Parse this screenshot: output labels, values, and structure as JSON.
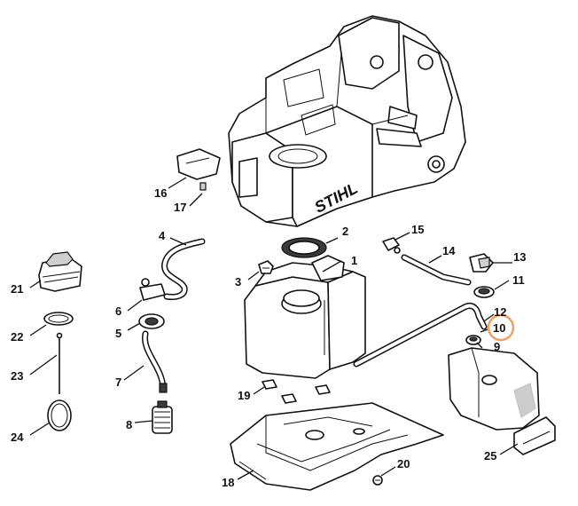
{
  "diagram": {
    "brand_mark": "STIHL",
    "highlight_color": "#f0a060",
    "highlighted_part": "10",
    "callouts": [
      {
        "id": "c1",
        "label": "1"
      },
      {
        "id": "c2",
        "label": "2"
      },
      {
        "id": "c3",
        "label": "3"
      },
      {
        "id": "c4",
        "label": "4"
      },
      {
        "id": "c5",
        "label": "5"
      },
      {
        "id": "c6",
        "label": "6"
      },
      {
        "id": "c7",
        "label": "7"
      },
      {
        "id": "c8",
        "label": "8"
      },
      {
        "id": "c9",
        "label": "9"
      },
      {
        "id": "c10",
        "label": "10"
      },
      {
        "id": "c11",
        "label": "11"
      },
      {
        "id": "c12",
        "label": "12"
      },
      {
        "id": "c13",
        "label": "13"
      },
      {
        "id": "c14",
        "label": "14"
      },
      {
        "id": "c15",
        "label": "15"
      },
      {
        "id": "c16",
        "label": "16"
      },
      {
        "id": "c17",
        "label": "17"
      },
      {
        "id": "c18",
        "label": "18"
      },
      {
        "id": "c19",
        "label": "19"
      },
      {
        "id": "c20",
        "label": "20"
      },
      {
        "id": "c21",
        "label": "21"
      },
      {
        "id": "c22",
        "label": "22"
      },
      {
        "id": "c23",
        "label": "23"
      },
      {
        "id": "c24",
        "label": "24"
      },
      {
        "id": "c25",
        "label": "25"
      }
    ]
  }
}
